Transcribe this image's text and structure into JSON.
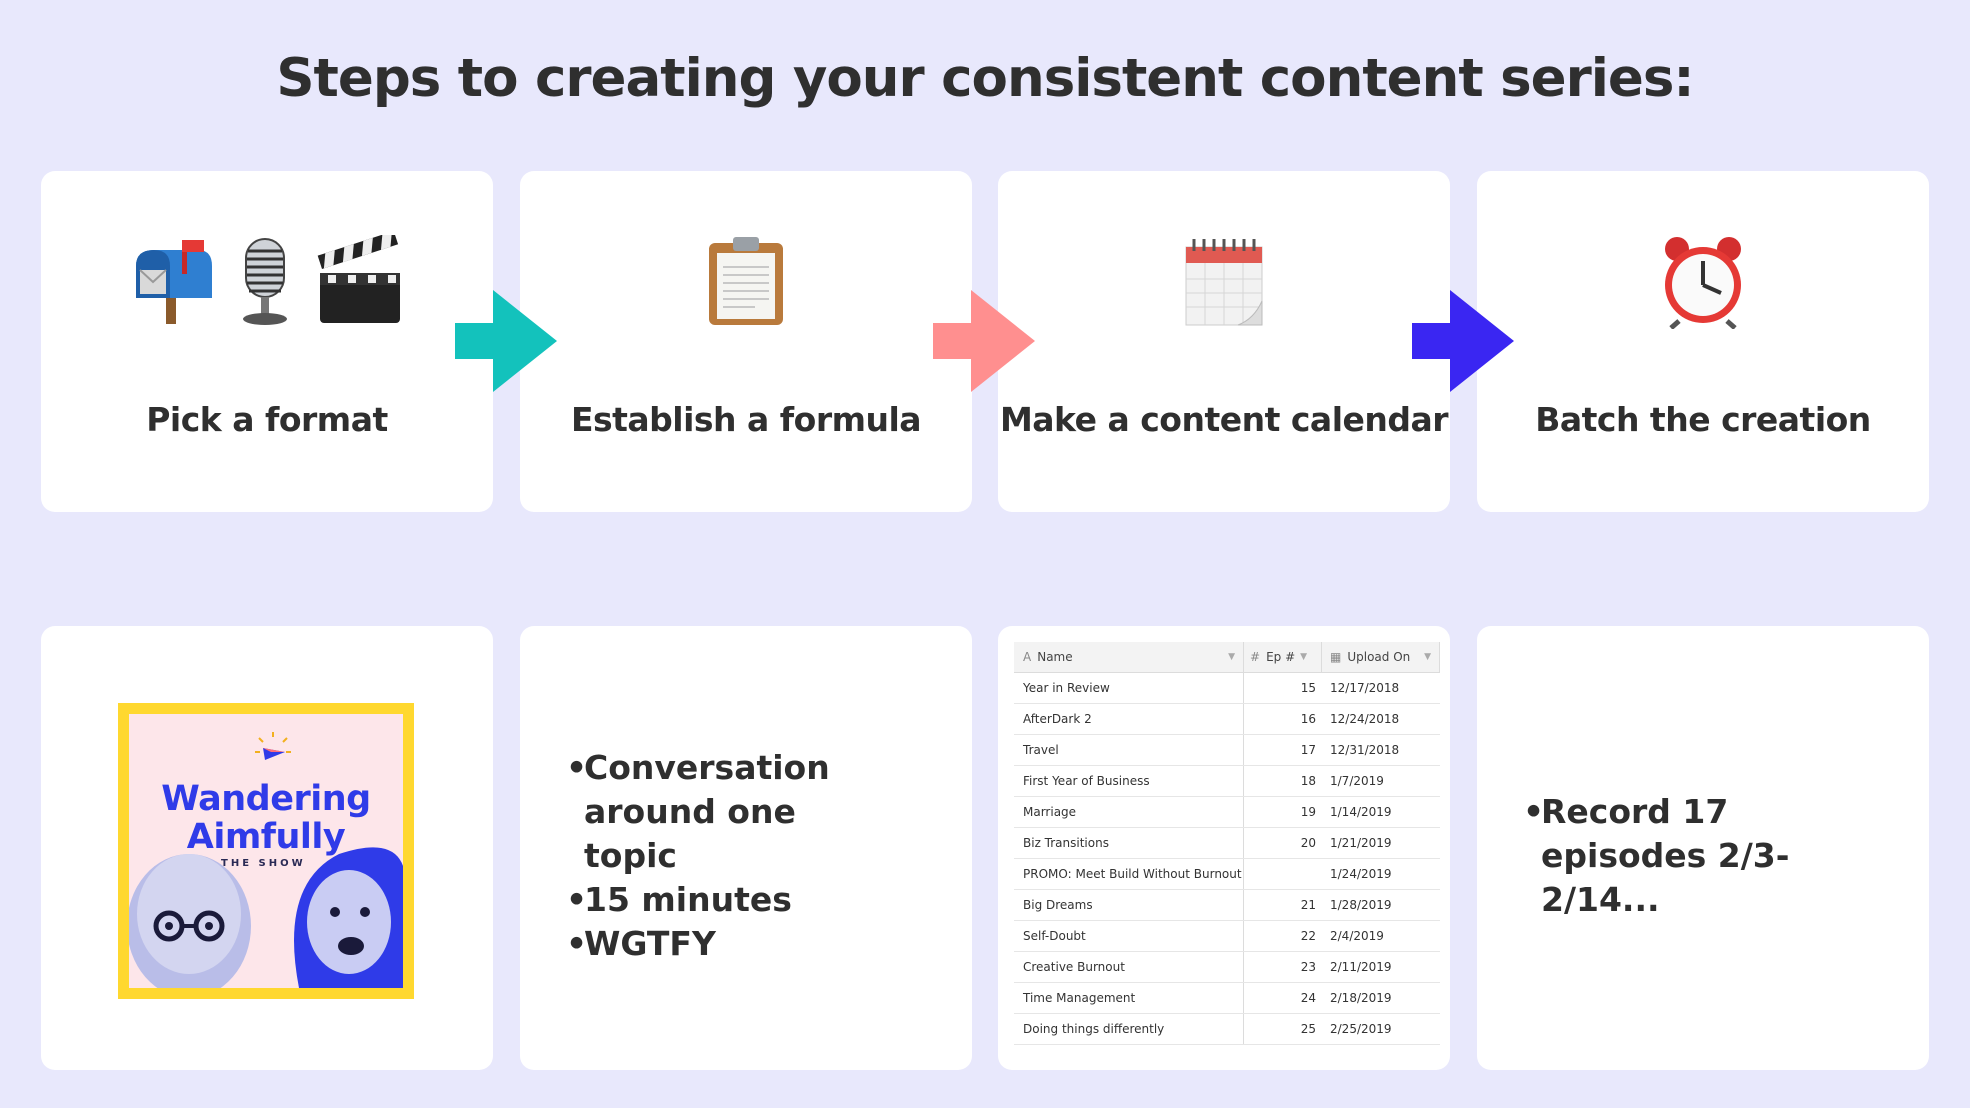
{
  "title": "Steps to creating your consistent content series:",
  "steps": [
    {
      "label": "Pick a format"
    },
    {
      "label": "Establish a formula"
    },
    {
      "label": "Make a content calendar"
    },
    {
      "label": "Batch the creation"
    }
  ],
  "arrow_colors": [
    "#13c2bc",
    "#ff8f8f",
    "#3a26f2"
  ],
  "podcast_cover": {
    "title_line1": "Wandering",
    "title_line2": "Aimfully",
    "subtitle": "THE SHOW"
  },
  "formula_bullets": [
    "Conversation around one topic",
    "15 minutes",
    "WGTFY"
  ],
  "calendar_table": {
    "headers": {
      "name": "Name",
      "ep": "Ep #",
      "date": "Upload On"
    },
    "rows": [
      {
        "name": "Year in Review",
        "ep": "15",
        "date": "12/17/2018"
      },
      {
        "name": "AfterDark 2",
        "ep": "16",
        "date": "12/24/2018"
      },
      {
        "name": "Travel",
        "ep": "17",
        "date": "12/31/2018"
      },
      {
        "name": "First Year of Business",
        "ep": "18",
        "date": "1/7/2019"
      },
      {
        "name": "Marriage",
        "ep": "19",
        "date": "1/14/2019"
      },
      {
        "name": "Biz Transitions",
        "ep": "20",
        "date": "1/21/2019"
      },
      {
        "name": "PROMO: Meet Build Without Burnout",
        "ep": "",
        "date": "1/24/2019"
      },
      {
        "name": "Big Dreams",
        "ep": "21",
        "date": "1/28/2019"
      },
      {
        "name": "Self-Doubt",
        "ep": "22",
        "date": "2/4/2019"
      },
      {
        "name": "Creative Burnout",
        "ep": "23",
        "date": "2/11/2019"
      },
      {
        "name": "Time Management",
        "ep": "24",
        "date": "2/18/2019"
      },
      {
        "name": "Doing things differently",
        "ep": "25",
        "date": "2/25/2019"
      }
    ]
  },
  "batch_bullets": [
    "Record 17 episodes 2/3-2/14..."
  ]
}
